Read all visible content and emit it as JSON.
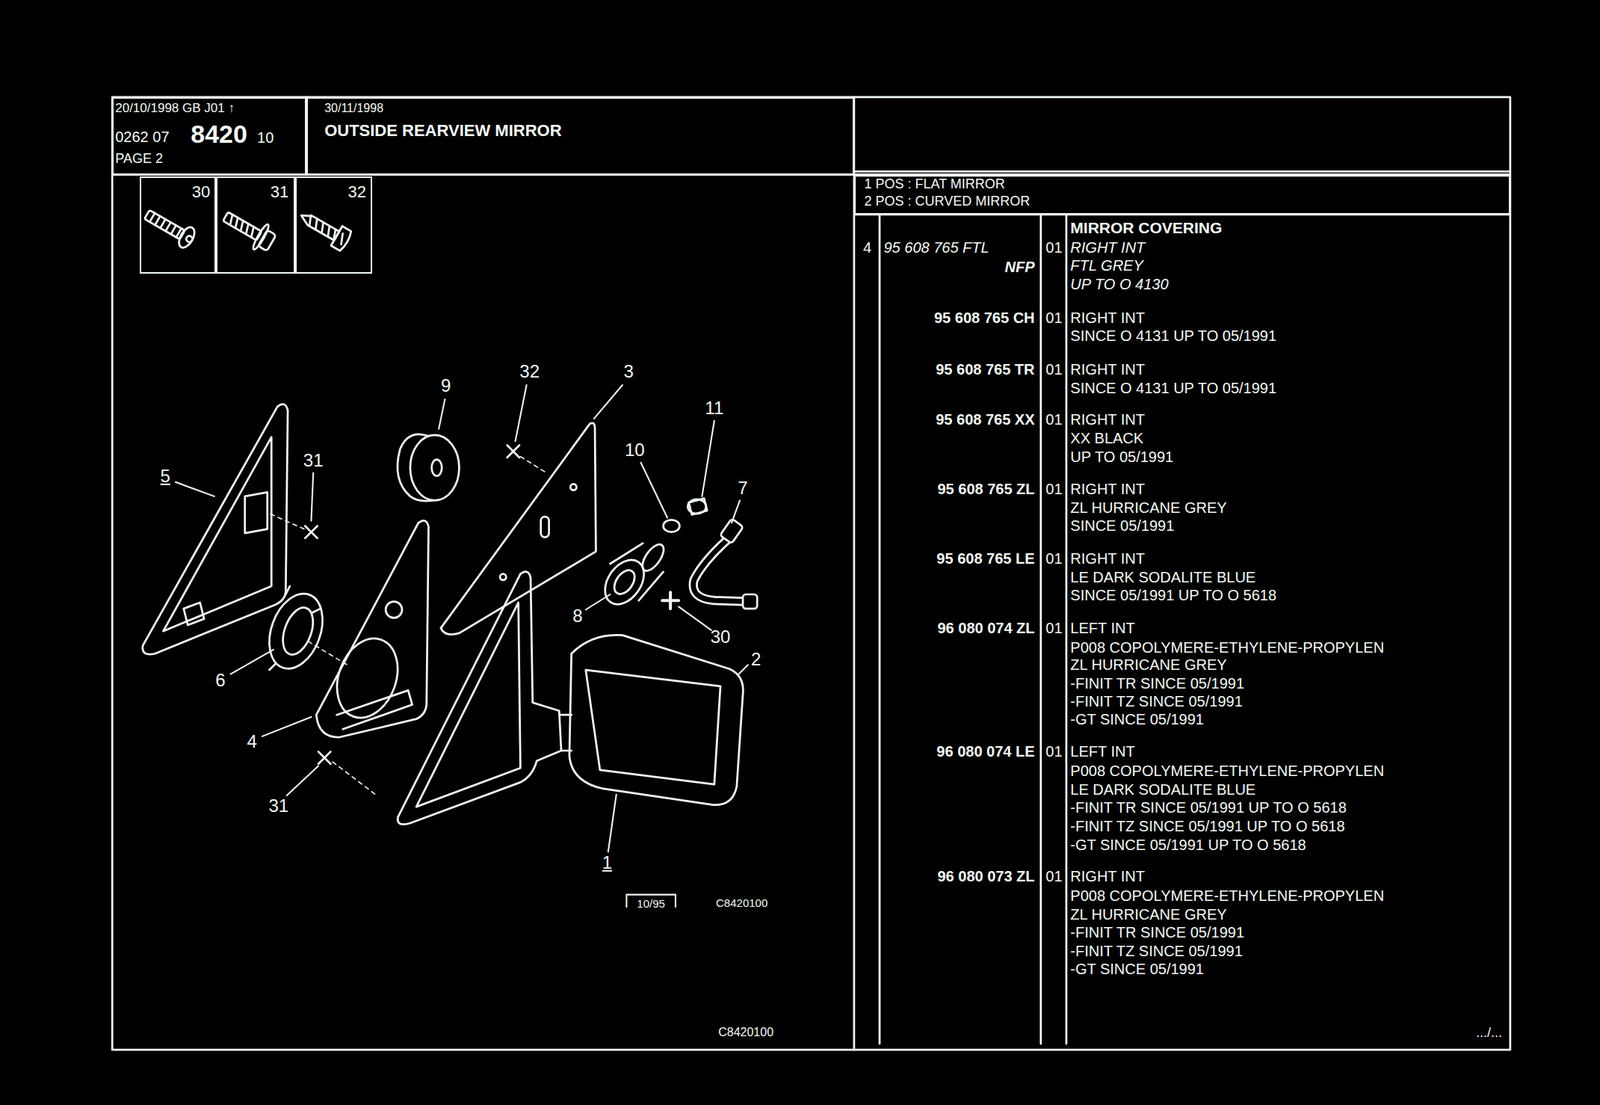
{
  "diagram": {
    "nodes": [
      {
        "text": [
          "20/10/1998 GB J01 ↑",
          "0262 07",
          "8420",
          "10",
          "PAGE 2"
        ]
      },
      {
        "text": [
          "30/11/1998",
          "OUTSIDE REARVIEW MIRROR"
        ]
      },
      {
        "text": [
          "30"
        ]
      },
      {
        "text": [
          "31"
        ]
      },
      {
        "text": [
          "32"
        ]
      },
      {
        "text": [
          "1 POS : FLAT MIRROR",
          "2 POS : CURVED MIRROR"
        ]
      }
    ],
    "labels": [
      "9",
      "32",
      "3",
      "11",
      "5",
      "31",
      "10",
      "7",
      "8",
      "30",
      "6",
      "2",
      "4",
      "31",
      "1",
      "10/95",
      "C8420100",
      "C8420100",
      "4",
      "95 608 765 FTL",
      "NFP",
      "01",
      "MIRROR COVERING",
      "RIGHT INT",
      "FTL GREY",
      "UP TO O 4130",
      "95 608 765 CH",
      "01",
      "RIGHT INT",
      "SINCE O 4131 UP TO 05/1991",
      "95 608 765 TR",
      "01",
      "RIGHT INT",
      "SINCE O 4131 UP TO 05/1991",
      "95 608 765 XX",
      "01",
      "RIGHT INT",
      "XX BLACK",
      "UP TO 05/1991",
      "95 608 765 ZL",
      "01",
      "RIGHT INT",
      "ZL HURRICANE GREY",
      "SINCE 05/1991",
      "95 608 765 LE",
      "01",
      "RIGHT INT",
      "LE DARK SODALITE BLUE",
      "SINCE 05/1991 UP TO O 5618",
      "96 080 074 ZL",
      "01",
      "LEFT INT",
      "P008 COPOLYMERE-ETHYLENE-PROPYLEN",
      "ZL HURRICANE GREY",
      "-FINIT TR SINCE 05/1991",
      "-FINIT TZ SINCE 05/1991",
      "-GT SINCE 05/1991",
      "96 080 074 LE",
      "01",
      "LEFT INT",
      "P008 COPOLYMERE-ETHYLENE-PROPYLEN",
      "LE DARK SODALITE BLUE",
      "-FINIT TR SINCE 05/1991 UP TO O 5618",
      "-FINIT TZ SINCE 05/1991 UP TO O 5618",
      "-GT SINCE 05/1991 UP TO O 5618",
      "96 080 073 ZL",
      "01",
      "RIGHT INT",
      "P008 COPOLYMERE-ETHYLENE-PROPYLEN",
      "ZL HURRICANE GREY",
      "-FINIT TR SINCE 05/1991",
      "-FINIT TZ SINCE 05/1991",
      "-GT SINCE 05/1991",
      ".../..."
    ]
  }
}
